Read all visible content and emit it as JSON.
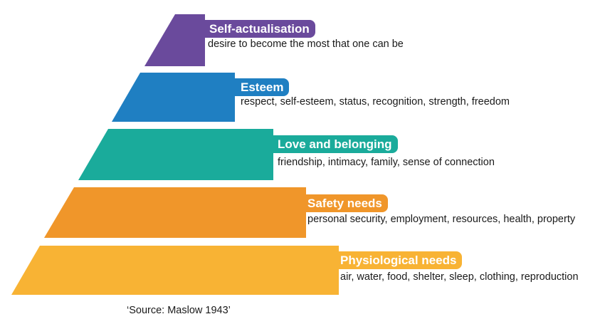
{
  "levels": [
    {
      "title": "Self-actualisation",
      "description": "desire to become the most that one can be",
      "color": "#6a4a9c"
    },
    {
      "title": "Esteem",
      "description": "respect, self-esteem, status, recognition, strength, freedom",
      "color": "#1f7fc2"
    },
    {
      "title": "Love and belonging",
      "description": "friendship, intimacy, family, sense of connection",
      "color": "#1aab9b"
    },
    {
      "title": "Safety needs",
      "description": "personal security, employment, resources, health, property",
      "color": "#f0962a"
    },
    {
      "title": "Physiological needs",
      "description": "air, water, food, shelter, sleep, clothing, reproduction",
      "color": "#f8b334"
    }
  ],
  "source": "‘Source: Maslow 1943’"
}
